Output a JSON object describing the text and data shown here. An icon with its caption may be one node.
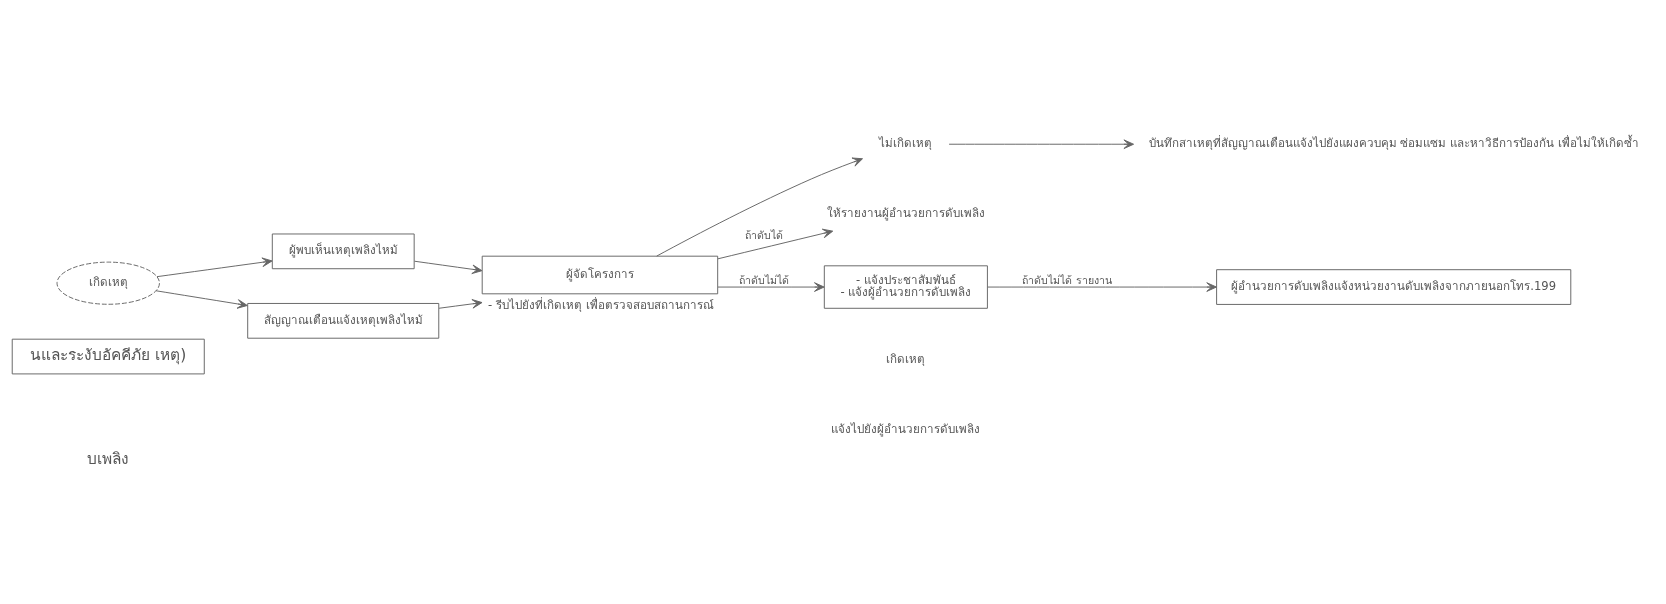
{
  "diagram": {
    "nodes": [
      {
        "text": [
          "นและระงับอัคคีภัย เหตุ)"
        ]
      },
      {
        "text": [
          "เกิดเหตุ"
        ]
      },
      {
        "text": [
          "ผู้พบเห็นเหตุเพลิงไหม้"
        ]
      },
      {
        "text": [
          "สัญญาณเตือนแจ้งเหตุเพลิงไหม้"
        ]
      },
      {
        "text": [
          "ผู้จัดโครงการ"
        ],
        "beside": [
          "- รีบไปยังที่เกิดเหตุ เพื่อตรวจสอบสถานการณ์"
        ]
      },
      {
        "text": [
          "ไม่เกิดเหตุ"
        ]
      },
      {
        "text": [
          "บันทึกสาเหตุที่สัญญาณเตือนแจ้งไปยังแผงควบคุม ซ่อมแซม และหาวิธีการป้องกัน เพื่อไม่ให้เกิดซ้ำ"
        ]
      },
      {
        "text": [
          "ให้รายงานผู้อำนวยการดับเพลิง"
        ]
      },
      {
        "text": [
          "- แจ้งประชาสัมพันธ์",
          "- แจ้งผู้อำนวยการดับเพลิง"
        ]
      },
      {
        "text": [
          "ผู้อำนวยการดับเพลิงแจ้งหน่วยงานดับเพลิงจากภายนอกโทร.199"
        ]
      }
    ],
    "edges": [
      {
        "from": 1,
        "to": 2,
        "arrow": "to"
      },
      {
        "from": 1,
        "to": 3,
        "arrow": "to"
      },
      {
        "from": 2,
        "to": 4,
        "arrow": "to"
      },
      {
        "from": 3,
        "to": 4,
        "arrow": "to"
      },
      {
        "from": 4,
        "to": 5,
        "arrow": "to"
      },
      {
        "from": 5,
        "to": 6,
        "arrow": "to"
      },
      {
        "from": 4,
        "to": 7,
        "arrow": "to",
        "label": "ถ้าดับได้"
      },
      {
        "from": 4,
        "to": 8,
        "arrow": "to",
        "label": "ถ้าดับไม่ได้"
      },
      {
        "from": 8,
        "to": 9,
        "arrow": "to",
        "label": "ถ้าดับไม่ได้ รายงาน"
      }
    ],
    "labels": [
      "บเพลิง",
      "เกิดเหตุ",
      "แจ้งไปยังผู้อำนวยการดับเพลิง"
    ]
  }
}
